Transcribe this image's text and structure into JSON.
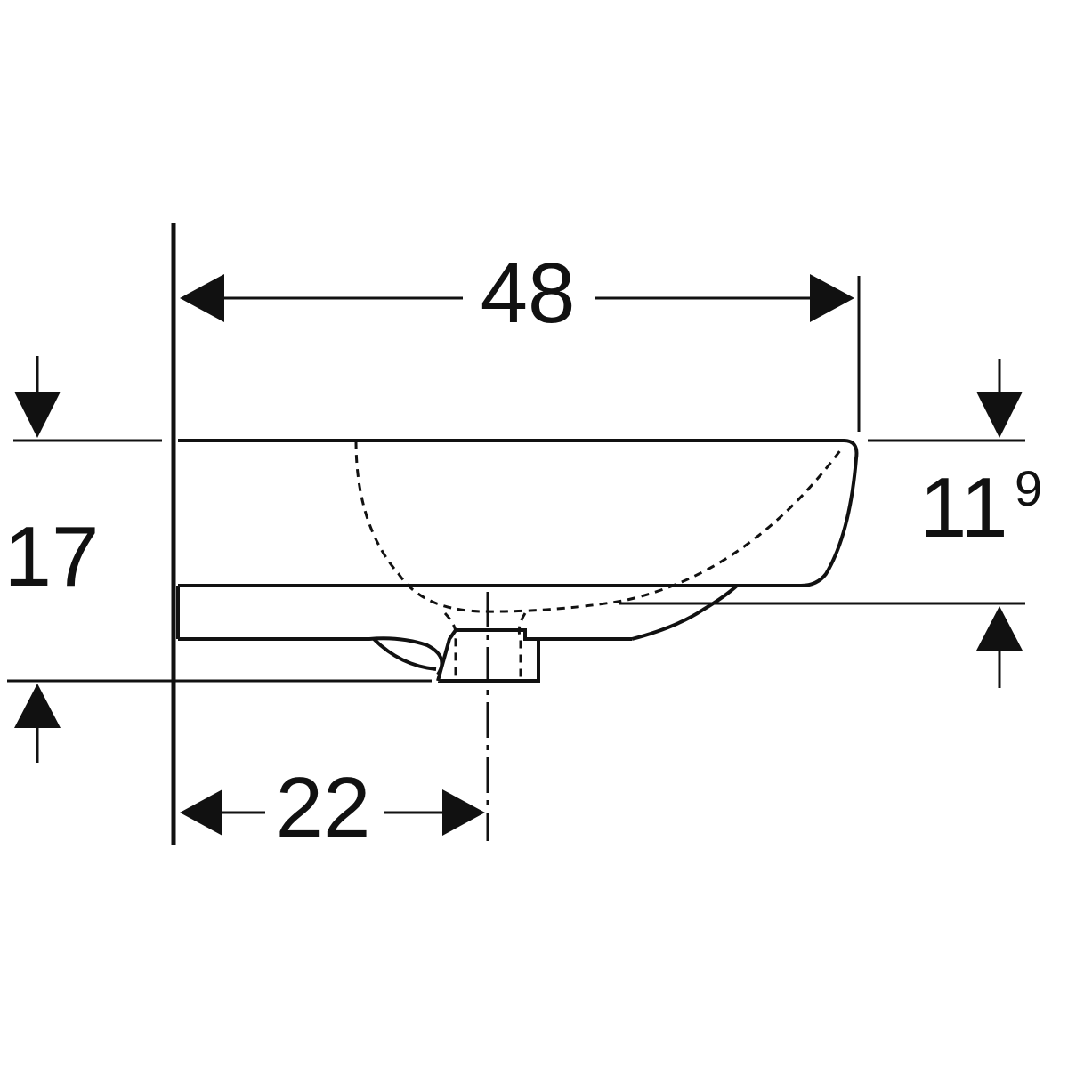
{
  "dimensions": {
    "width": "48",
    "total_height": "17",
    "rim_height_base": "11",
    "rim_height_sup": "9",
    "drain_offset": "22"
  },
  "colors": {
    "ink": "#111111",
    "background": "#ffffff"
  }
}
